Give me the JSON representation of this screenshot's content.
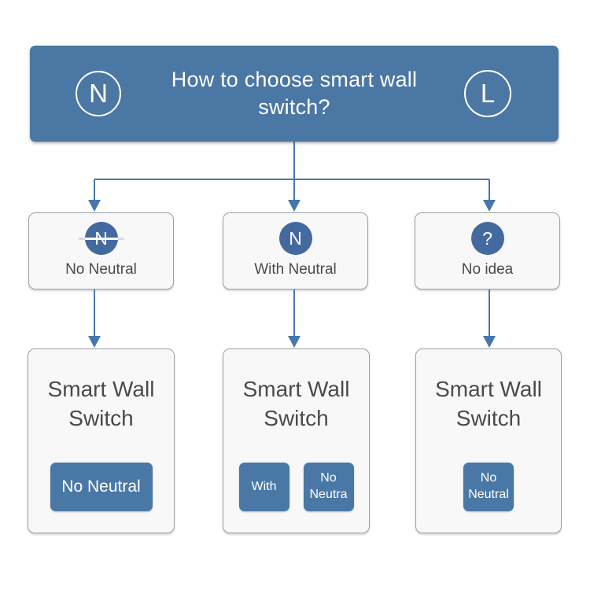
{
  "header": {
    "title": "How to choose smart wall switch?",
    "left_badge": "N",
    "right_badge": "L"
  },
  "columns": [
    {
      "condition": {
        "icon": "N",
        "icon_name": "no-neutral-icon",
        "has_strikethrough": true,
        "label": "No Neutral"
      },
      "result": {
        "title": "Smart Wall Switch",
        "buttons": [
          "No Neutral"
        ]
      }
    },
    {
      "condition": {
        "icon": "N",
        "icon_name": "with-neutral-icon",
        "has_strikethrough": false,
        "label": "With Neutral"
      },
      "result": {
        "title": "Smart Wall Switch",
        "buttons": [
          "With",
          "No Neutra"
        ]
      }
    },
    {
      "condition": {
        "icon": "?",
        "icon_name": "question-icon",
        "has_strikethrough": false,
        "label": "No idea"
      },
      "result": {
        "title": "Smart Wall Switch",
        "buttons": [
          "No Neutral"
        ]
      }
    }
  ],
  "colors": {
    "primary_blue": "#4a77a3",
    "connector_blue": "#4577ad",
    "button_blue": "#4a78a6",
    "icon_blue": "#44699f",
    "box_background": "#f8f8f8",
    "box_border": "#99a1a8",
    "text_dark": "#4a4a4a"
  }
}
